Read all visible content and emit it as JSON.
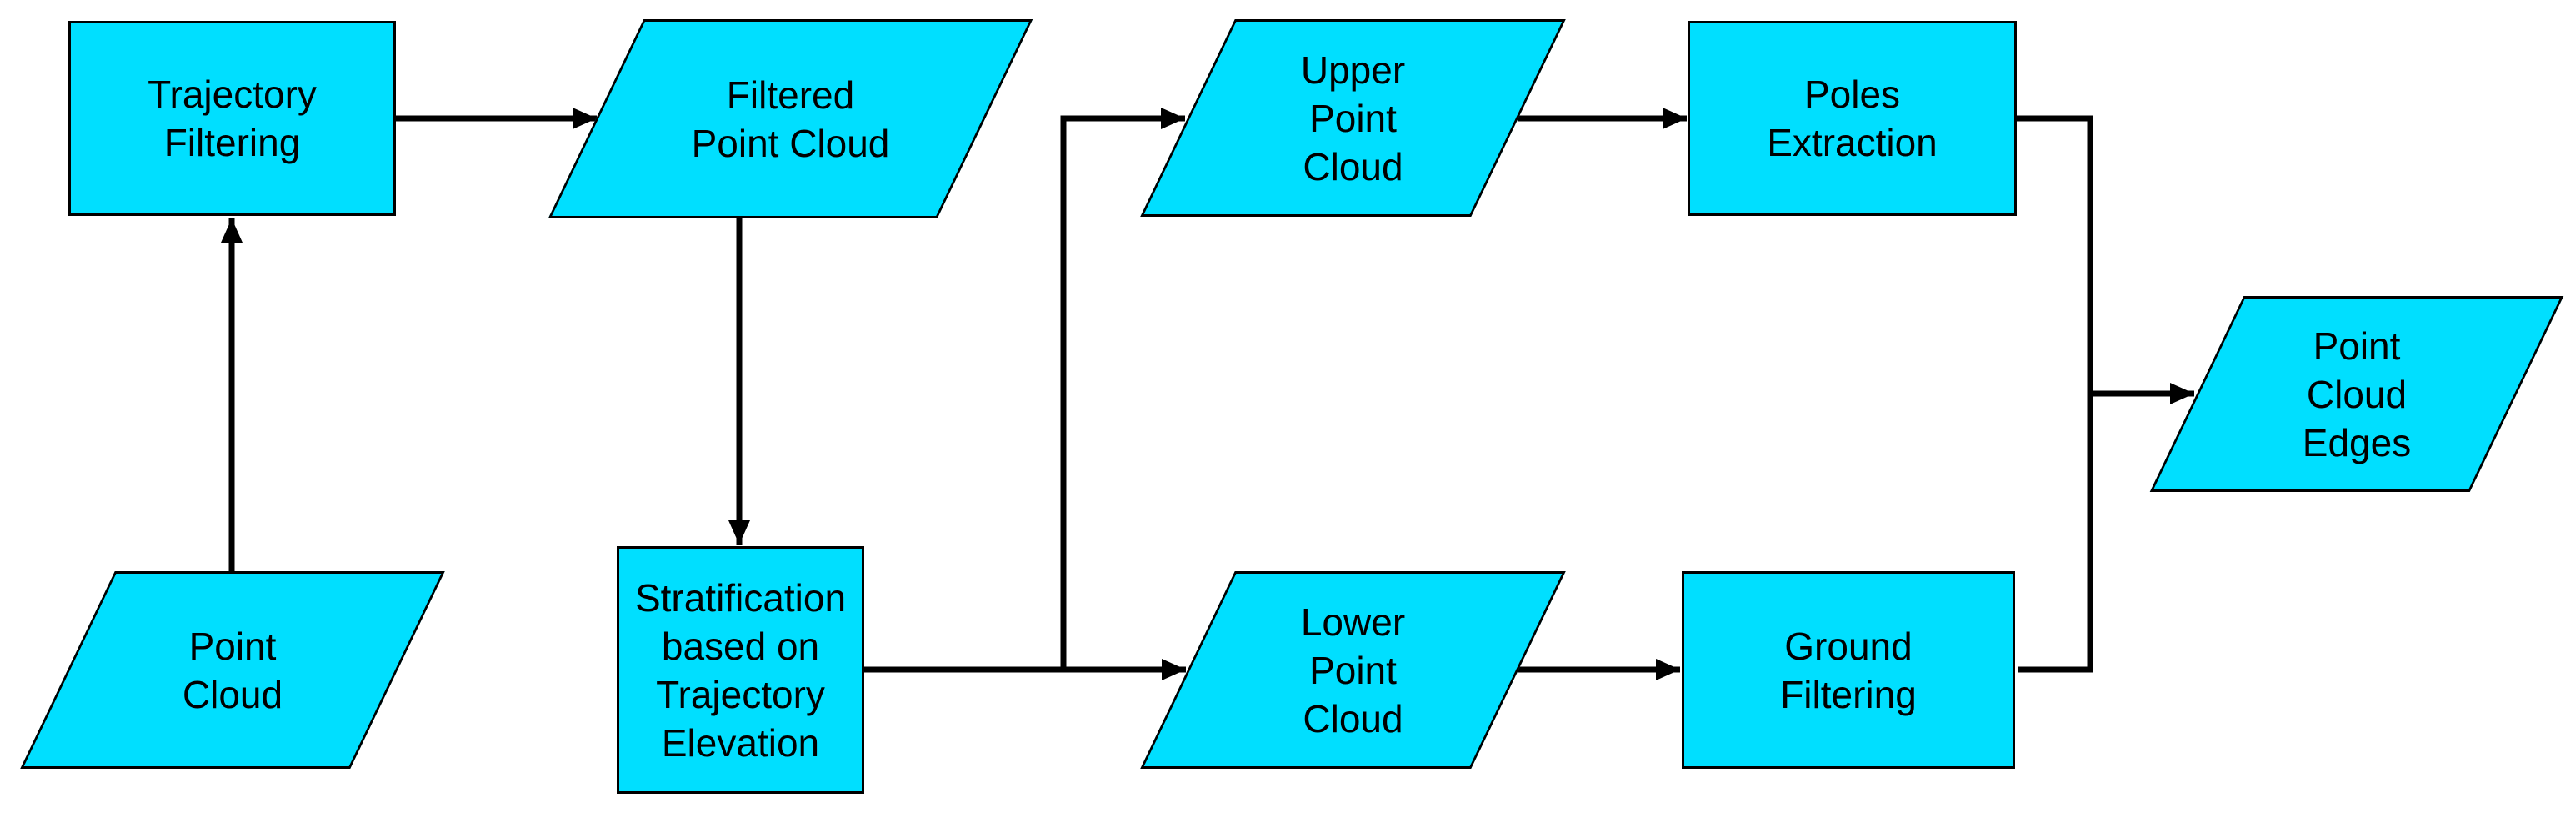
{
  "colors": {
    "node_fill": "#00DFFF",
    "node_border": "#000000",
    "connector": "#000000",
    "text": "#000000",
    "background": "#FFFFFF"
  },
  "nodes": {
    "trajectory_filtering": {
      "type": "process",
      "lines": [
        "Trajectory",
        "Filtering"
      ]
    },
    "point_cloud": {
      "type": "data",
      "lines": [
        "Point",
        "Cloud"
      ]
    },
    "filtered_point_cloud": {
      "type": "data",
      "lines": [
        "Filtered",
        "Point Cloud"
      ]
    },
    "stratification": {
      "type": "process",
      "lines": [
        "Stratification",
        "based on",
        "Trajectory",
        "Elevation"
      ]
    },
    "upper_point_cloud": {
      "type": "data",
      "lines": [
        "Upper",
        "Point",
        "Cloud"
      ]
    },
    "lower_point_cloud": {
      "type": "data",
      "lines": [
        "Lower",
        "Point",
        "Cloud"
      ]
    },
    "poles_extraction": {
      "type": "process",
      "lines": [
        "Poles",
        "Extraction"
      ]
    },
    "ground_filtering": {
      "type": "process",
      "lines": [
        "Ground",
        "Filtering"
      ]
    },
    "point_cloud_edges": {
      "type": "data",
      "lines": [
        "Point",
        "Cloud",
        "Edges"
      ]
    }
  },
  "edges": [
    {
      "from": "point_cloud",
      "to": "trajectory_filtering"
    },
    {
      "from": "trajectory_filtering",
      "to": "filtered_point_cloud"
    },
    {
      "from": "filtered_point_cloud",
      "to": "stratification"
    },
    {
      "from": "stratification",
      "to": "upper_point_cloud"
    },
    {
      "from": "stratification",
      "to": "lower_point_cloud"
    },
    {
      "from": "upper_point_cloud",
      "to": "poles_extraction"
    },
    {
      "from": "lower_point_cloud",
      "to": "ground_filtering"
    },
    {
      "from": "poles_extraction",
      "to": "point_cloud_edges"
    },
    {
      "from": "ground_filtering",
      "to": "point_cloud_edges"
    }
  ]
}
